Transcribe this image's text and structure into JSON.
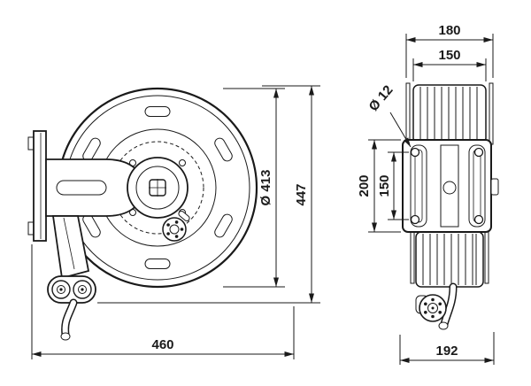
{
  "colors": {
    "line": "#1a1a1a",
    "background": "#ffffff"
  },
  "drawing": {
    "front_view": {
      "dim_diameter_label": "Ø 413",
      "dim_total_height_label": "447",
      "dim_total_width_label": "460"
    },
    "side_view": {
      "dim_overall_depth_label": "180",
      "dim_drum_depth_label": "150",
      "dim_hole_diameter_label": "Ø 12",
      "dim_bracket_height_label": "200",
      "dim_hole_spacing_label": "150",
      "dim_base_depth_label": "192"
    }
  }
}
